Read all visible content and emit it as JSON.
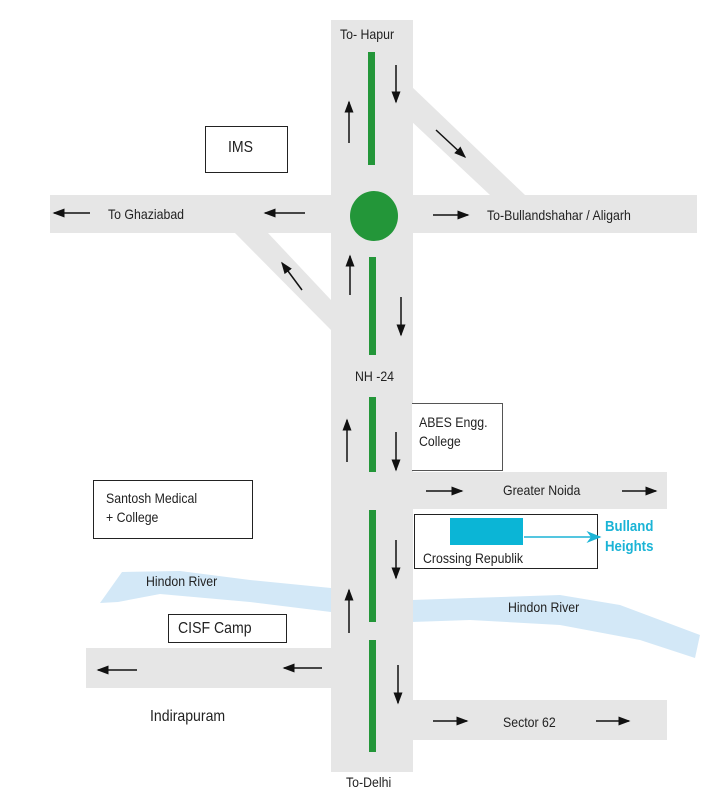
{
  "roads": {
    "north": "To- Hapur",
    "west": "To Ghaziabad",
    "east": "To-Bullandshahar / Aligarh",
    "highway": "NH -24",
    "greater_noida": "Greater Noida",
    "sector62": "Sector 62",
    "south": "To-Delhi"
  },
  "places": {
    "ims": "IMS",
    "abes_line1": "ABES Engg.",
    "abes_line2": "College",
    "santosh_line1": "Santosh Medical",
    "santosh_line2": "+ College",
    "crossing_republik": "Crossing Republik",
    "cisf": "CISF Camp",
    "indirapuram": "Indirapuram",
    "river_left": "Hindon River",
    "river_right": "Hindon River"
  },
  "destination": {
    "line1": "Bulland",
    "line2": "Heights"
  },
  "colors": {
    "road": "#e6e6e6",
    "green": "#239639",
    "river": "#d3e8f7",
    "accent": "#1bb4d6"
  }
}
